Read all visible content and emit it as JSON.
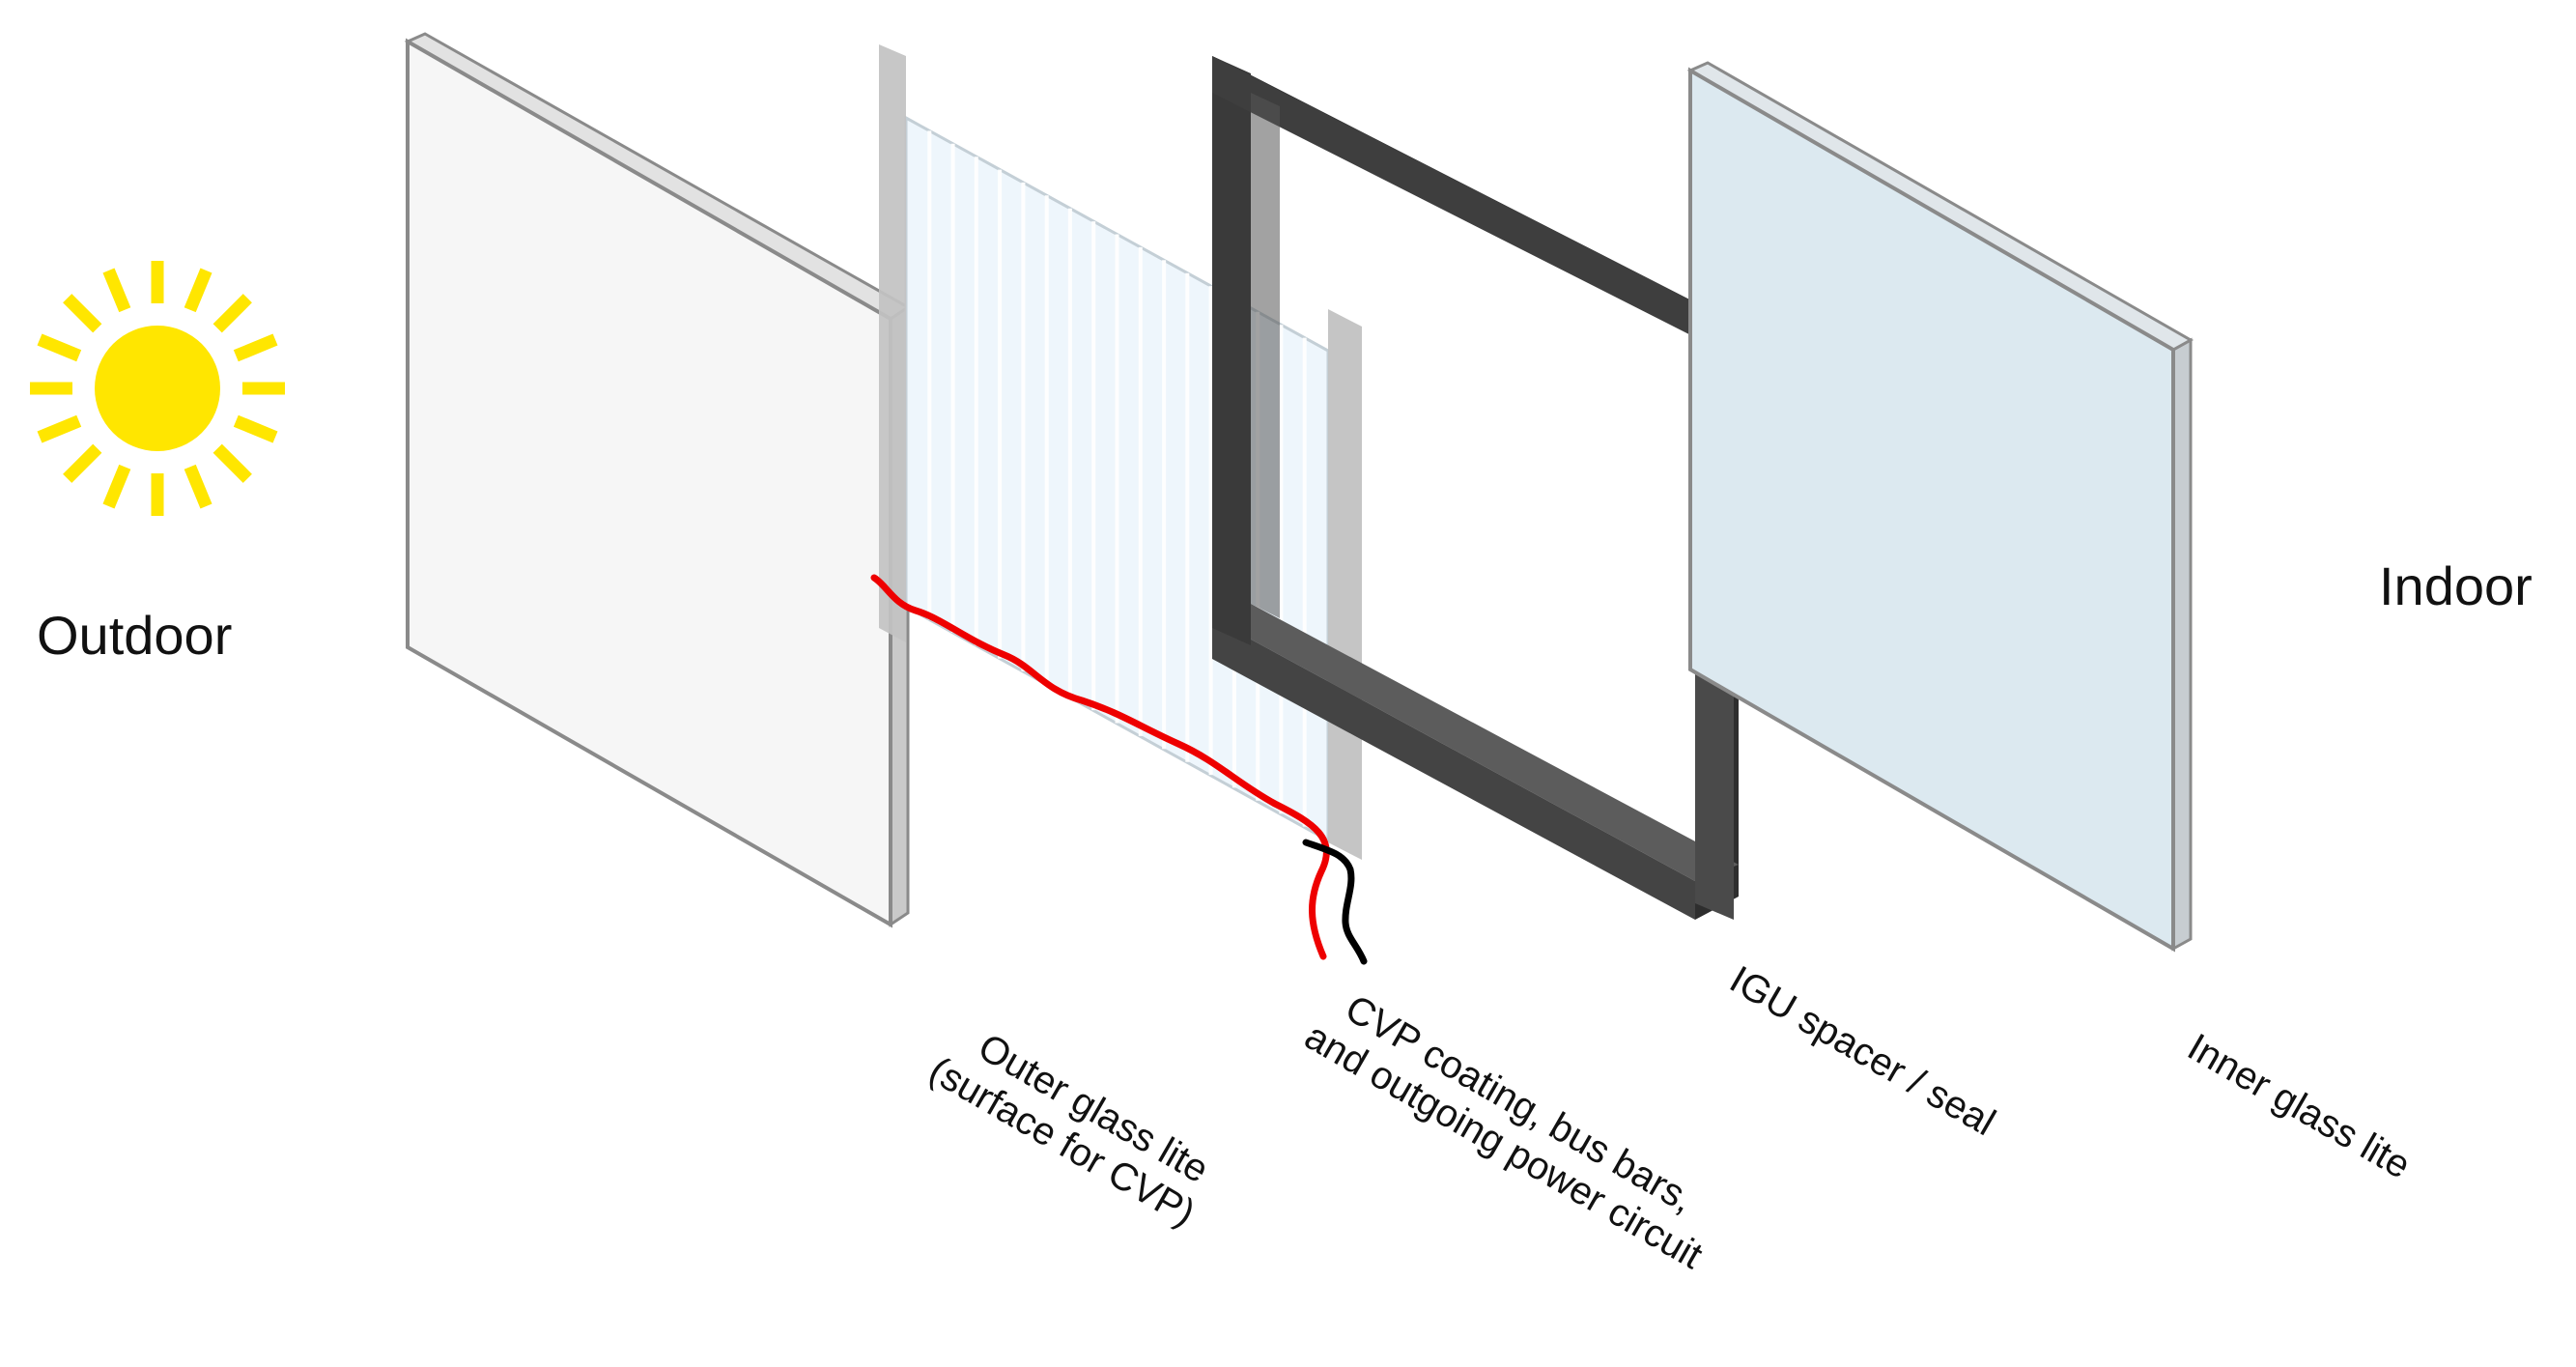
{
  "labels": {
    "outdoor": "Outdoor",
    "indoor": "Indoor"
  },
  "parts": {
    "outer_glass_line1": "Outer glass lite",
    "outer_glass_line2": "(surface for CVP)",
    "cvp_line1": "CVP coating, bus bars,",
    "cvp_line2": "and outgoing power circuit",
    "spacer": "IGU spacer / seal",
    "inner_glass": "Inner glass lite"
  },
  "icons": {
    "sun": "sun-icon"
  },
  "colors": {
    "sun": "#FFE600",
    "wire_positive": "#EE0000",
    "wire_negative": "#000000",
    "spacer": "#3A3A3A",
    "inner_glass": "#DCE9F0",
    "outer_glass": "#F6F6F6",
    "cvp_glass": "#EEF6FC"
  }
}
